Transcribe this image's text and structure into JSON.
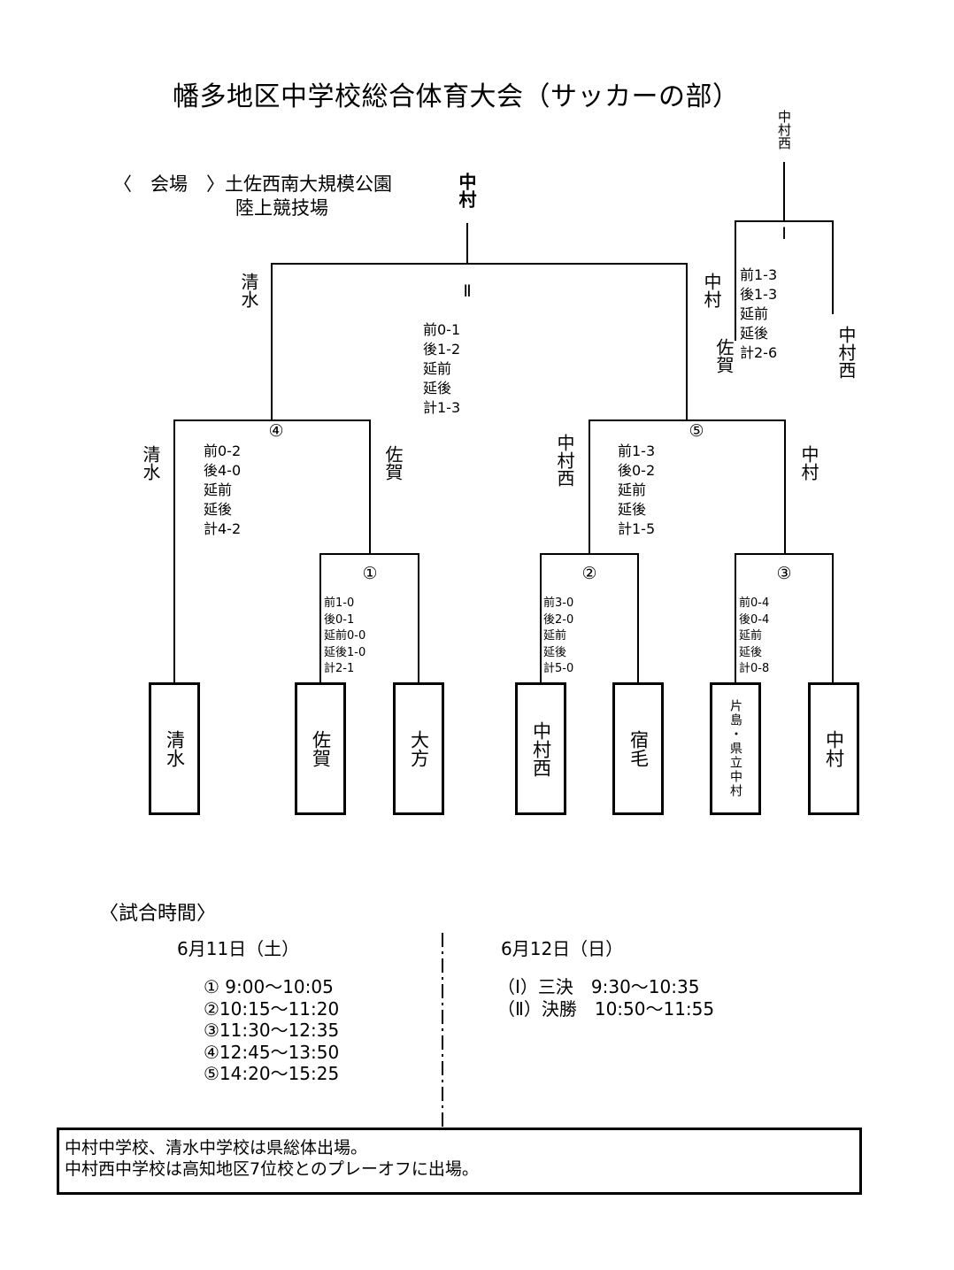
{
  "title": "幡多地区中学校総合体育大会（サッカーの部）",
  "venue": {
    "label": "〈　会場　〉",
    "name": "土佐西南大規模公園",
    "name2": "陸上競技場"
  },
  "champion": "中村",
  "third_place_winner": "中村西",
  "teams": [
    "清水",
    "佐賀",
    "大方",
    "中村西",
    "宿毛",
    "片島・県立中村",
    "中村"
  ],
  "matches": {
    "m1": {
      "num": "①",
      "scores": [
        "前1-0",
        "後0-1",
        "延前0-0",
        "延後1-0",
        "計2-1"
      ]
    },
    "m2": {
      "num": "②",
      "scores": [
        "前3-0",
        "後2-0",
        "延前",
        "延後",
        "計5-0"
      ]
    },
    "m3": {
      "num": "③",
      "scores": [
        "前0-4",
        "後0-4",
        "延前",
        "延後",
        "計0-8"
      ]
    },
    "m4": {
      "num": "④",
      "scores": [
        "前0-2",
        "後4-0",
        "延前",
        "延後",
        "計4-2"
      ],
      "left": "清水",
      "right": "佐賀"
    },
    "m5": {
      "num": "⑤",
      "scores": [
        "前1-3",
        "後0-2",
        "延前",
        "延後",
        "計1-5"
      ],
      "left": "中村西",
      "right": "中村"
    },
    "final": {
      "num": "Ⅱ",
      "scores": [
        "前0-1",
        "後1-2",
        "延前",
        "延後",
        "計1-3"
      ],
      "left": "清水",
      "right": "中村"
    },
    "third": {
      "num": "Ⅰ",
      "scores": [
        "前1-3",
        "後1-3",
        "延前",
        "延後",
        "計2-6"
      ],
      "left": "佐賀",
      "right": "中村西"
    }
  },
  "schedule": {
    "heading": "〈試合時間〉",
    "day1": {
      "date": "6月11日（土）",
      "items": [
        "① 9:00～10:05",
        "②10:15～11:20",
        "③11:30～12:35",
        "④12:45～13:50",
        "⑤14:20～15:25"
      ]
    },
    "day2": {
      "date": "6月12日（日）",
      "items": [
        "（Ⅰ）三決　9:30～10:35",
        "（Ⅱ）決勝　10:50～11:55"
      ]
    }
  },
  "notes": [
    "中村中学校、清水中学校は県総体出場。",
    "中村西中学校は高知地区7位校とのプレーオフに出場。"
  ]
}
